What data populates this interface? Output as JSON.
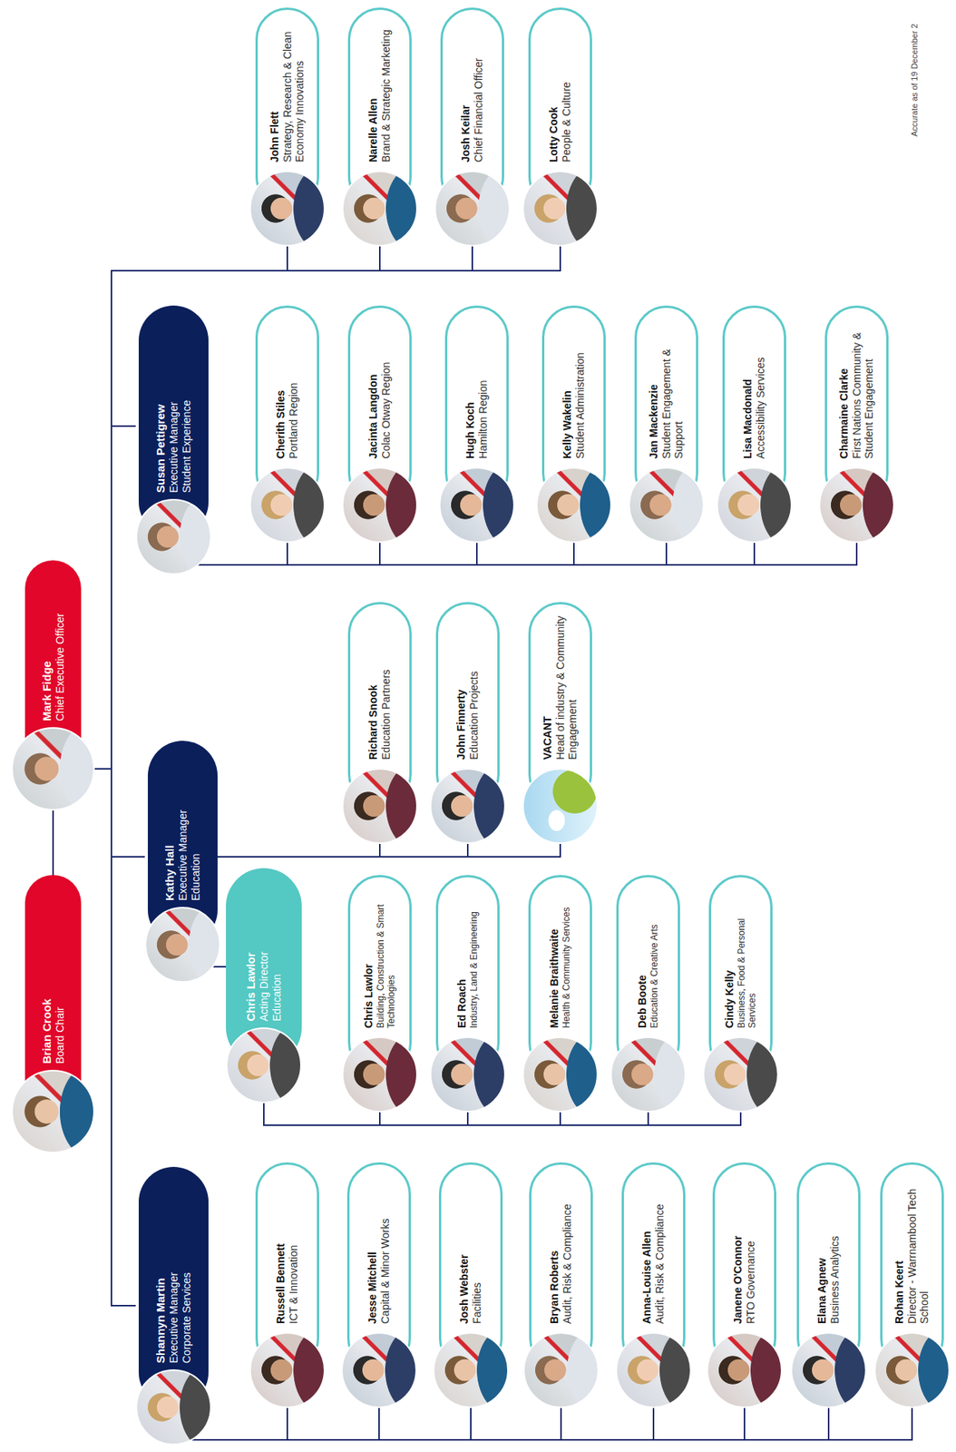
{
  "diagram": {
    "nodes": [
      {
        "text": [
          "Brian Crook",
          "Board Chair"
        ]
      },
      {
        "text": [
          "Mark Fidge",
          "Chief Executive Officer"
        ]
      },
      {
        "text": [
          "Shannyn Martin",
          "Executive Manager Corporate Services"
        ]
      },
      {
        "text": [
          "Russell Bennett",
          "ICT & Innovation"
        ]
      },
      {
        "text": [
          "Jesse Mitchell",
          "Capital & Minor Works"
        ]
      },
      {
        "text": [
          "Josh Webster",
          "Facilities"
        ]
      },
      {
        "text": [
          "Bryan Roberts",
          "Audit, Risk & Compliance"
        ]
      },
      {
        "text": [
          "Anna-Louise Allen",
          "Audit, Risk & Compliance"
        ]
      },
      {
        "text": [
          "Janene O'Connor",
          "RTO Governance"
        ]
      },
      {
        "text": [
          "Elana Agnew",
          "Business Analytics"
        ]
      },
      {
        "text": [
          "Rohan Keert",
          "Director - Warrnambool Tech School"
        ]
      },
      {
        "text": [
          "Kathy Hall",
          "Executive Manager Education"
        ]
      },
      {
        "text": [
          "Chris Lawlor",
          "Acting Director Education"
        ]
      },
      {
        "text": [
          "Chris Lawlor",
          "Building, Construction & Smart Technologies"
        ]
      },
      {
        "text": [
          "Ed Roach",
          "Industry, Land & Engineering"
        ]
      },
      {
        "text": [
          "Melanie Braithwaite",
          "Health & Community Services"
        ]
      },
      {
        "text": [
          "Deb Boote",
          "Education & Creative Arts"
        ]
      },
      {
        "text": [
          "Cindy Kelly",
          "Business, Food & Personal Services"
        ]
      },
      {
        "text": [
          "Richard Snook",
          "Education Partners"
        ]
      },
      {
        "text": [
          "John Finnerty",
          "Education Projects"
        ]
      },
      {
        "text": [
          "VACANT",
          "Head of industry & Community Engagement"
        ]
      },
      {
        "text": [
          "Susan Pettigrew",
          "Executive Manager Student Experience"
        ]
      },
      {
        "text": [
          "Cherith Stiles",
          "Portland Region"
        ]
      },
      {
        "text": [
          "Jacinta Langdon",
          "Colac Otway Region"
        ]
      },
      {
        "text": [
          "Hugh Koch",
          "Hamilton Region"
        ]
      },
      {
        "text": [
          "Kelly Wakelin",
          "Student Administration"
        ]
      },
      {
        "text": [
          "Jan Mackenzie",
          "Student Engagement & Support"
        ]
      },
      {
        "text": [
          "Lisa Macdonald",
          "Accessibility Services"
        ]
      },
      {
        "text": [
          "Charmaine Clarke",
          "First Nations Community & Student Engagement"
        ]
      },
      {
        "text": [
          "John Flett",
          "Strategy, Research & Clean Economy Innovations"
        ]
      },
      {
        "text": [
          "Narelle Allen",
          "Brand & Strategic Marketing"
        ]
      },
      {
        "text": [
          "Josh Keilar",
          "Chief Financial Officer"
        ]
      },
      {
        "text": [
          "Lotty Cook",
          "People & Culture"
        ]
      }
    ],
    "edges": [
      {
        "from": 0,
        "to": 1,
        "arrow": "none"
      },
      {
        "from": 1,
        "to": 2,
        "arrow": "none"
      },
      {
        "from": 1,
        "to": 11,
        "arrow": "none"
      },
      {
        "from": 1,
        "to": 21,
        "arrow": "none"
      },
      {
        "from": 1,
        "to": 29,
        "arrow": "none"
      },
      {
        "from": 1,
        "to": 30,
        "arrow": "none"
      },
      {
        "from": 1,
        "to": 31,
        "arrow": "none"
      },
      {
        "from": 1,
        "to": 32,
        "arrow": "none"
      },
      {
        "from": 2,
        "to": 3,
        "arrow": "none"
      },
      {
        "from": 2,
        "to": 4,
        "arrow": "none"
      },
      {
        "from": 2,
        "to": 5,
        "arrow": "none"
      },
      {
        "from": 2,
        "to": 6,
        "arrow": "none"
      },
      {
        "from": 2,
        "to": 7,
        "arrow": "none"
      },
      {
        "from": 2,
        "to": 8,
        "arrow": "none"
      },
      {
        "from": 2,
        "to": 9,
        "arrow": "none"
      },
      {
        "from": 2,
        "to": 10,
        "arrow": "none"
      },
      {
        "from": 11,
        "to": 12,
        "arrow": "none"
      },
      {
        "from": 12,
        "to": 13,
        "arrow": "none"
      },
      {
        "from": 12,
        "to": 14,
        "arrow": "none"
      },
      {
        "from": 12,
        "to": 15,
        "arrow": "none"
      },
      {
        "from": 12,
        "to": 16,
        "arrow": "none"
      },
      {
        "from": 12,
        "to": 17,
        "arrow": "none"
      },
      {
        "from": 11,
        "to": 18,
        "arrow": "none"
      },
      {
        "from": 11,
        "to": 19,
        "arrow": "none"
      },
      {
        "from": 11,
        "to": 20,
        "arrow": "none"
      },
      {
        "from": 21,
        "to": 22,
        "arrow": "none"
      },
      {
        "from": 21,
        "to": 23,
        "arrow": "none"
      },
      {
        "from": 21,
        "to": 24,
        "arrow": "none"
      },
      {
        "from": 21,
        "to": 25,
        "arrow": "none"
      },
      {
        "from": 21,
        "to": 26,
        "arrow": "none"
      },
      {
        "from": 21,
        "to": 27,
        "arrow": "none"
      },
      {
        "from": 21,
        "to": 28,
        "arrow": "none"
      }
    ],
    "labels": [
      "Accurate as of 19 December 2"
    ]
  }
}
